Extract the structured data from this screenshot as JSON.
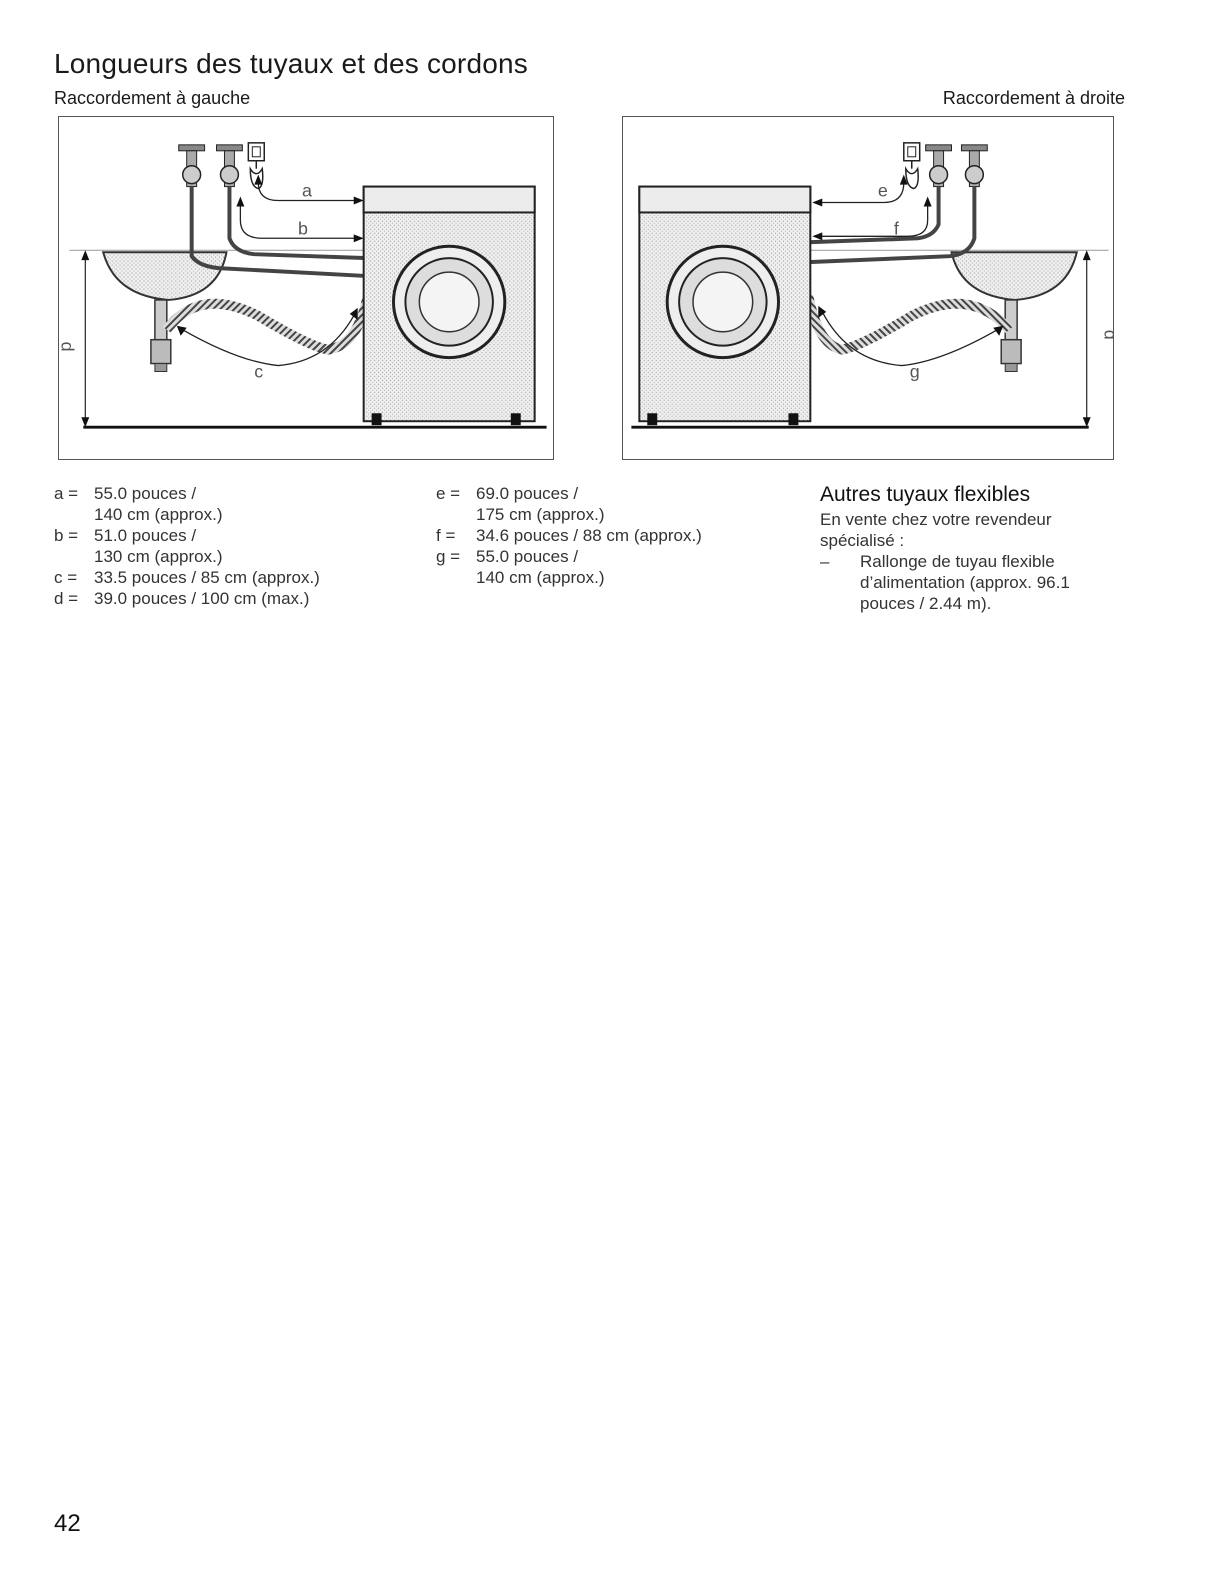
{
  "page": {
    "title": "Longueurs des tuyaux et des cordons",
    "left_caption": "Raccordement à gauche",
    "right_caption": "Raccordement à droite",
    "page_number": "42"
  },
  "figure_left": {
    "labels": {
      "a": "a",
      "b": "b",
      "c": "c",
      "d": "d"
    }
  },
  "figure_right": {
    "labels": {
      "e": "e",
      "f": "f",
      "g": "g",
      "d": "d"
    }
  },
  "measurements_left": [
    {
      "key": "a =",
      "lines": [
        "55.0 pouces /",
        "140 cm (approx.)"
      ]
    },
    {
      "key": "b =",
      "lines": [
        "51.0 pouces /",
        "130 cm (approx.)"
      ]
    },
    {
      "key": "c =",
      "lines": [
        "33.5 pouces / 85 cm (approx.)"
      ]
    },
    {
      "key": "d =",
      "lines": [
        "39.0 pouces / 100 cm (max.)"
      ]
    }
  ],
  "measurements_right": [
    {
      "key": "e =",
      "lines": [
        "69.0 pouces /",
        "175 cm (approx.)"
      ]
    },
    {
      "key": "f =",
      "lines": [
        "34.6 pouces / 88 cm (approx.)"
      ]
    },
    {
      "key": "g =",
      "lines": [
        "55.0 pouces /",
        "140 cm (approx.)"
      ]
    }
  ],
  "other_hoses": {
    "heading": "Autres tuyaux flexibles",
    "intro_1": "En vente chez votre revendeur",
    "intro_2": "spécialisé :",
    "bullet_dash": "–",
    "bullet_lines": [
      "Rallonge de tuyau flexible",
      "d’alimentation (approx. 96.1",
      "pouces / 2.44 m)."
    ]
  }
}
